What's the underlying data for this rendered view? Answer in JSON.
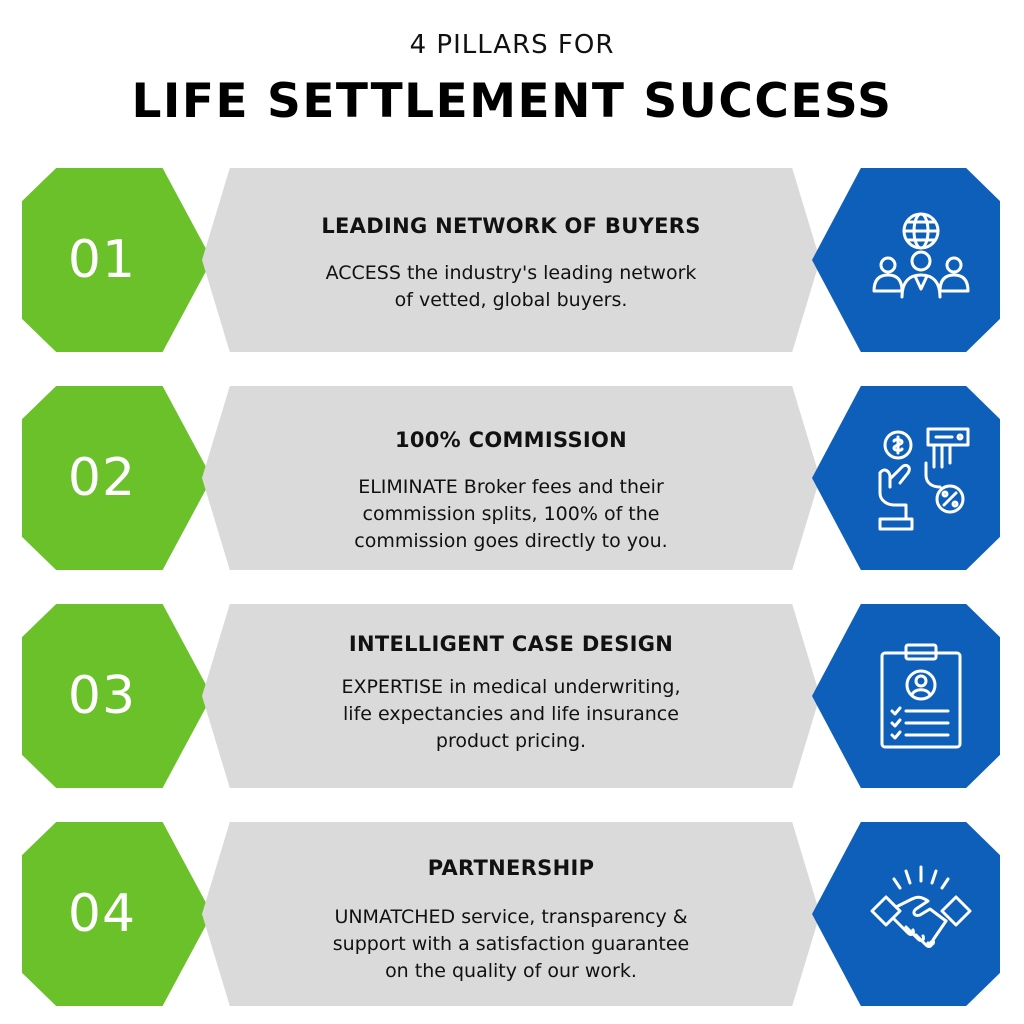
{
  "header": {
    "subtitle": "4 PILLARS FOR",
    "title": "LIFE SETTLEMENT SUCCESS"
  },
  "colors": {
    "green": "#6ac129",
    "blue": "#0e5fb9",
    "card_gray": "#dadada"
  },
  "pillars": [
    {
      "number": "01",
      "title": "LEADING NETWORK OF BUYERS",
      "body": [
        "ACCESS the industry's leading network",
        "of vetted, global buyers."
      ],
      "icon": "global-network-icon"
    },
    {
      "number": "02",
      "title": "100% COMMISSION",
      "body": [
        "ELIMINATE Broker fees and their",
        "commission splits, 100% of the",
        "commission goes directly to you."
      ],
      "icon": "commission-hands-icon"
    },
    {
      "number": "03",
      "title": "INTELLIGENT CASE DESIGN",
      "body": [
        "EXPERTISE in medical underwriting,",
        "life expectancies and life insurance",
        "product pricing."
      ],
      "icon": "clipboard-profile-icon"
    },
    {
      "number": "04",
      "title": "PARTNERSHIP",
      "body": [
        "UNMATCHED service, transparency &",
        "support with a satisfaction guarantee",
        "on the quality of our work."
      ],
      "icon": "handshake-icon"
    }
  ]
}
